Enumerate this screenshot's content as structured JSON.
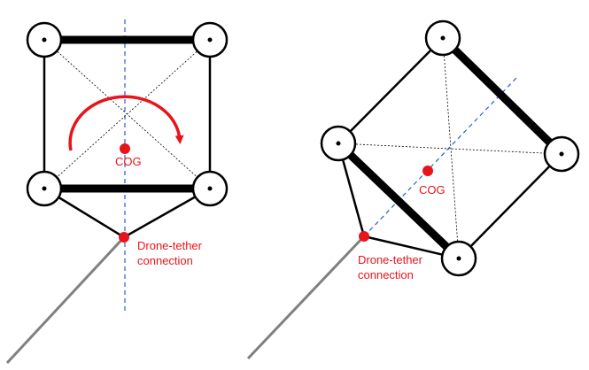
{
  "colors": {
    "frame": "#000000",
    "accent": "#e8141b",
    "axis": "#2f5bd3",
    "tether": "#808080",
    "background": "#ffffff"
  },
  "diagrams": [
    {
      "name": "left",
      "cog_label": "COG",
      "connection_label_line1": "Drone-tether",
      "connection_label_line2": "connection"
    },
    {
      "name": "right",
      "cog_label": "COG",
      "connection_label_line1": "Drone-tether",
      "connection_label_line2": "connection"
    }
  ]
}
